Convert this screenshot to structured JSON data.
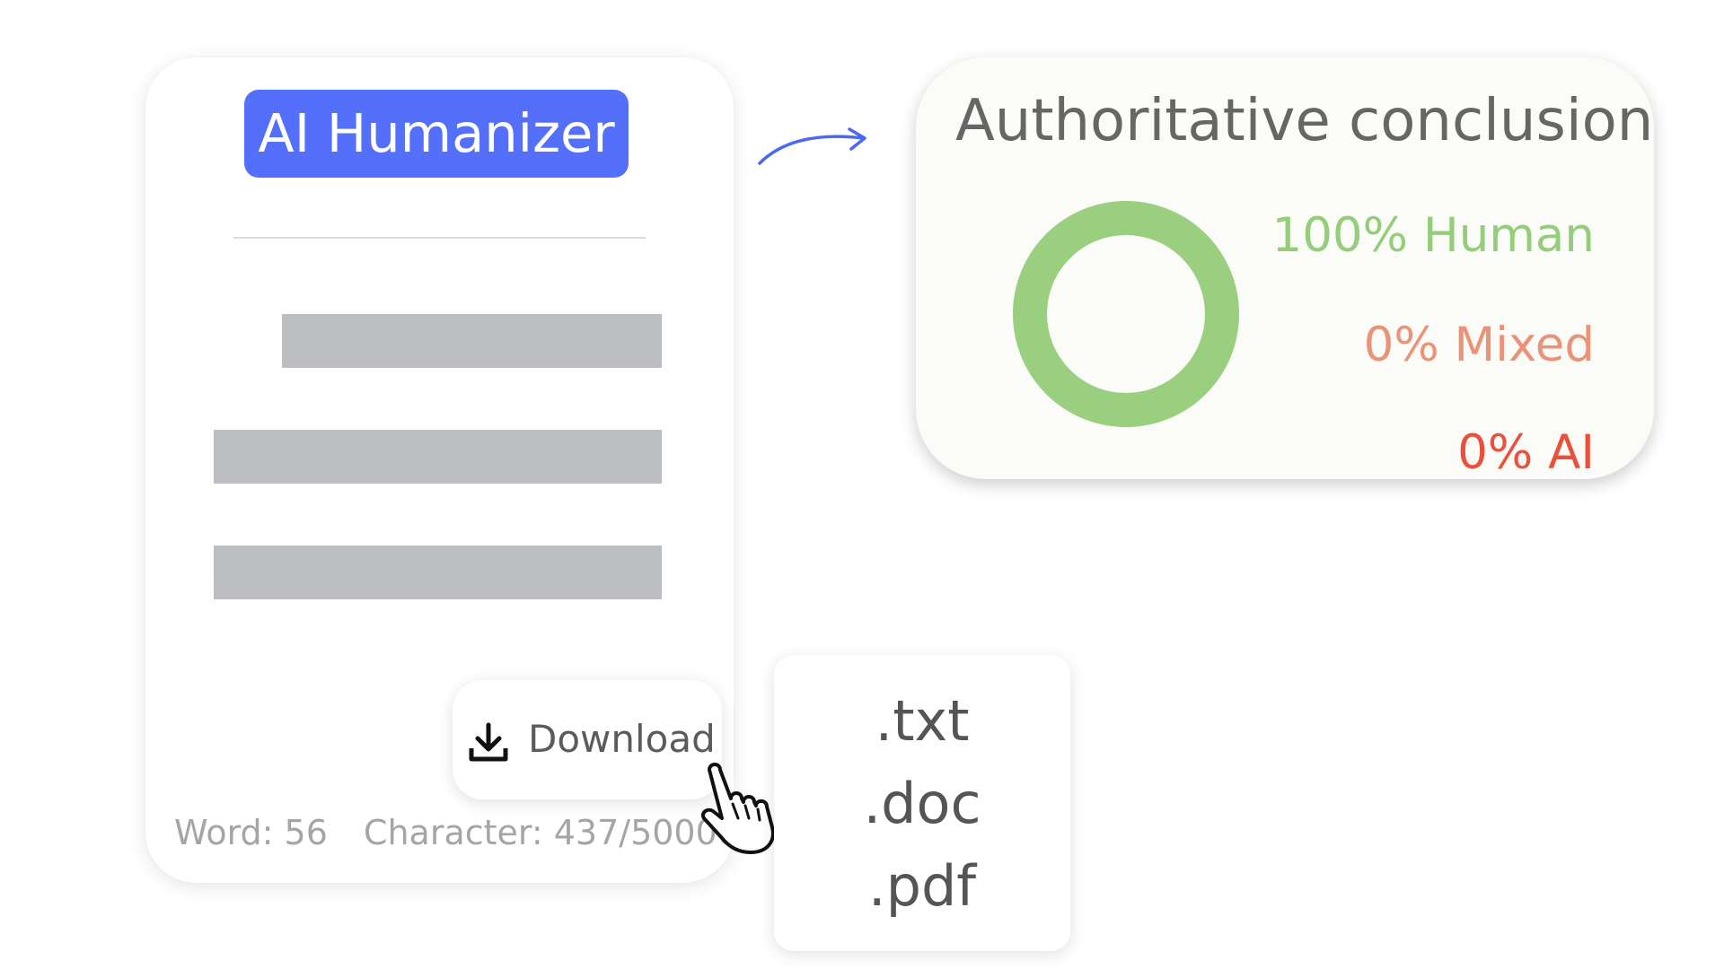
{
  "colors": {
    "accent": "#5470fb",
    "human": "#94ce7b",
    "mixed": "#ea9379",
    "ai": "#e8513b",
    "placeholder": "#bcbdc1"
  },
  "editor": {
    "title": "AI Humanizer",
    "download_label": "Download",
    "download_icon": "download-icon",
    "word_count": "Word: 56",
    "char_count": "Character: 437/50000"
  },
  "result": {
    "title": "Authoritative conclusion",
    "human": "100% Human",
    "mixed": "0% Mixed",
    "ai": "0% AI",
    "human_fraction": 1.0
  },
  "formats": [
    ".txt",
    ".doc",
    ".pdf"
  ],
  "cursor_icon": "pointer-hand-icon",
  "arrow_icon": "curved-arrow-icon"
}
